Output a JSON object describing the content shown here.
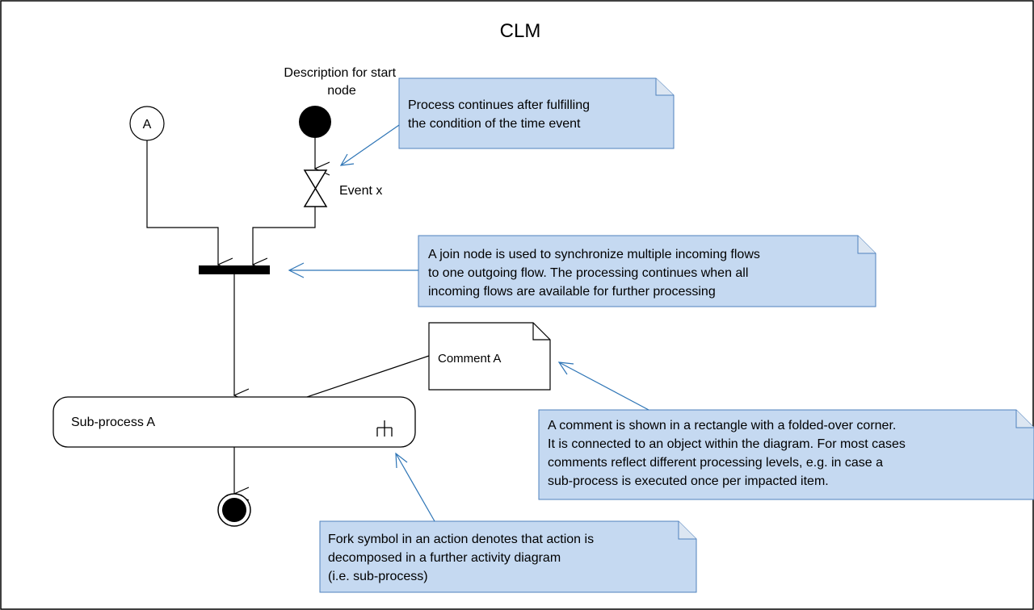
{
  "diagram": {
    "title": "CLM",
    "start_node_description": [
      "Description for start",
      "node"
    ],
    "connector_label": "A",
    "event_label": "Event x",
    "action_label": "Sub-process A",
    "comment_label": "Comment A",
    "notes": {
      "time_event": [
        "Process continues after fulfilling",
        "the condition of the time event"
      ],
      "join_node": [
        "A join node is used to synchronize multiple incoming flows",
        "to one outgoing flow. The processing continues when all",
        "incoming flows are available for further processing"
      ],
      "comment": [
        "A comment is shown in a rectangle with a folded-over corner.",
        "It is connected to an object within the diagram. For most cases",
        "comments reflect different processing levels, e.g. in case a",
        "sub-process is executed once per impacted item."
      ],
      "fork": [
        "Fork symbol in an action denotes that action is",
        "decomposed in a further activity diagram",
        "(i.e. sub-process)"
      ]
    },
    "colors": {
      "note_fill": "#c5d9f1",
      "note_border": "#4f81bd",
      "annotation_arrow": "#2e75b6",
      "flow_line": "#000000"
    }
  }
}
